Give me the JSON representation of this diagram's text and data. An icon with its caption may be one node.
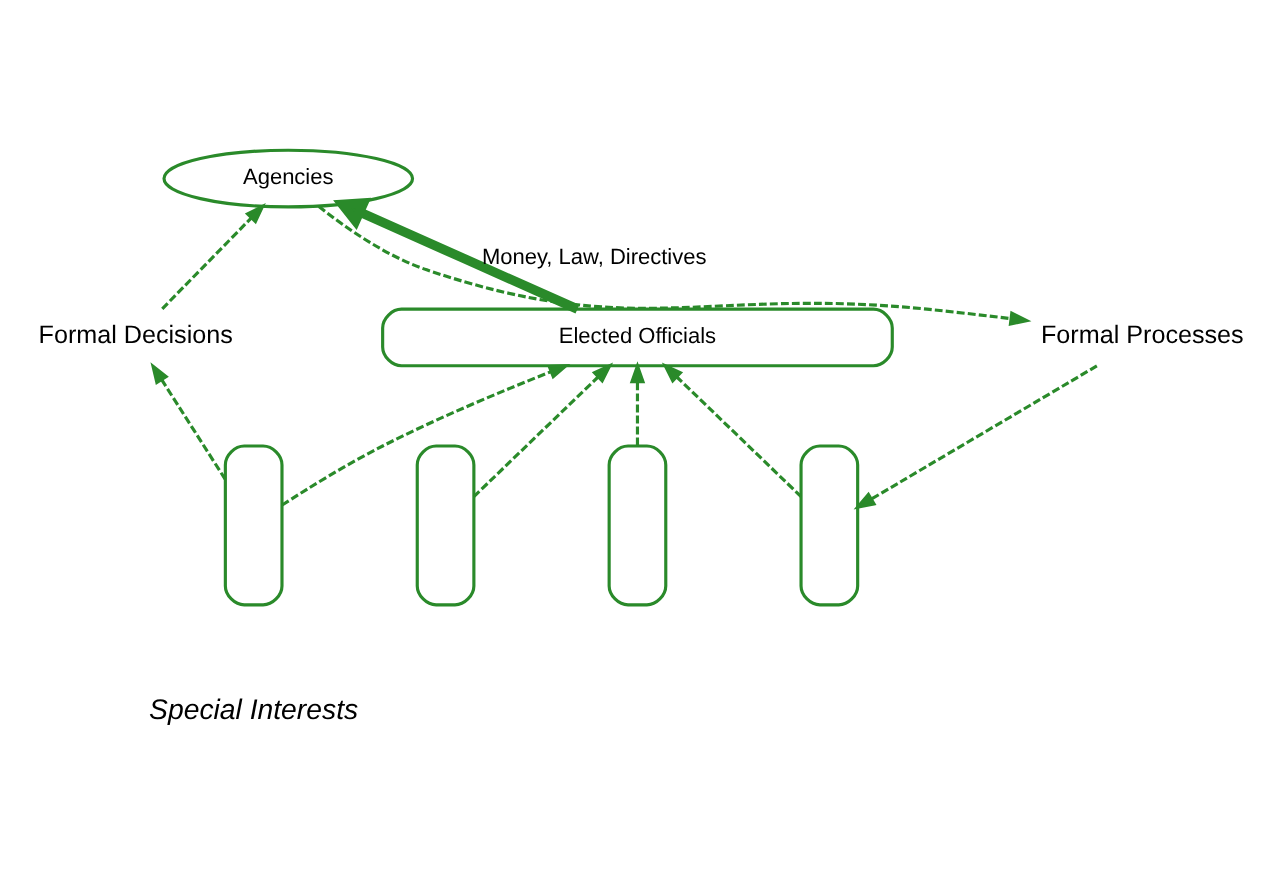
{
  "diagram": {
    "nodes": [
      {
        "text": [
          "Agencies"
        ]
      },
      {
        "text": [
          "Formal Decisions"
        ]
      },
      {
        "text": [
          "Formal Processes"
        ]
      },
      {
        "text": [
          "Elected Officials"
        ]
      },
      {
        "text": [],
        "shape": "bar"
      },
      {
        "text": [],
        "shape": "bar"
      },
      {
        "text": [],
        "shape": "bar"
      },
      {
        "text": [],
        "shape": "bar"
      }
    ],
    "edges": [
      {
        "from": 3,
        "to": 0,
        "arrow": "to",
        "label": "Money, Law, Directives",
        "style": "thick"
      },
      {
        "from": 0,
        "to": 2,
        "arrow": "to",
        "style": "dashed"
      },
      {
        "from": 2,
        "to": 7,
        "arrow": "to",
        "style": "dashed"
      },
      {
        "from": 4,
        "to": 1,
        "arrow": "to",
        "style": "dashed"
      },
      {
        "from": 1,
        "to": 0,
        "arrow": "to",
        "style": "dashed"
      },
      {
        "from": 4,
        "to": 3,
        "arrow": "to",
        "style": "dashed"
      },
      {
        "from": 5,
        "to": 3,
        "arrow": "to",
        "style": "dashed"
      },
      {
        "from": 6,
        "to": 3,
        "arrow": "to",
        "style": "dashed"
      },
      {
        "from": 7,
        "to": 3,
        "arrow": "to",
        "style": "dashed"
      }
    ],
    "labels": [
      "Special Interests"
    ]
  }
}
